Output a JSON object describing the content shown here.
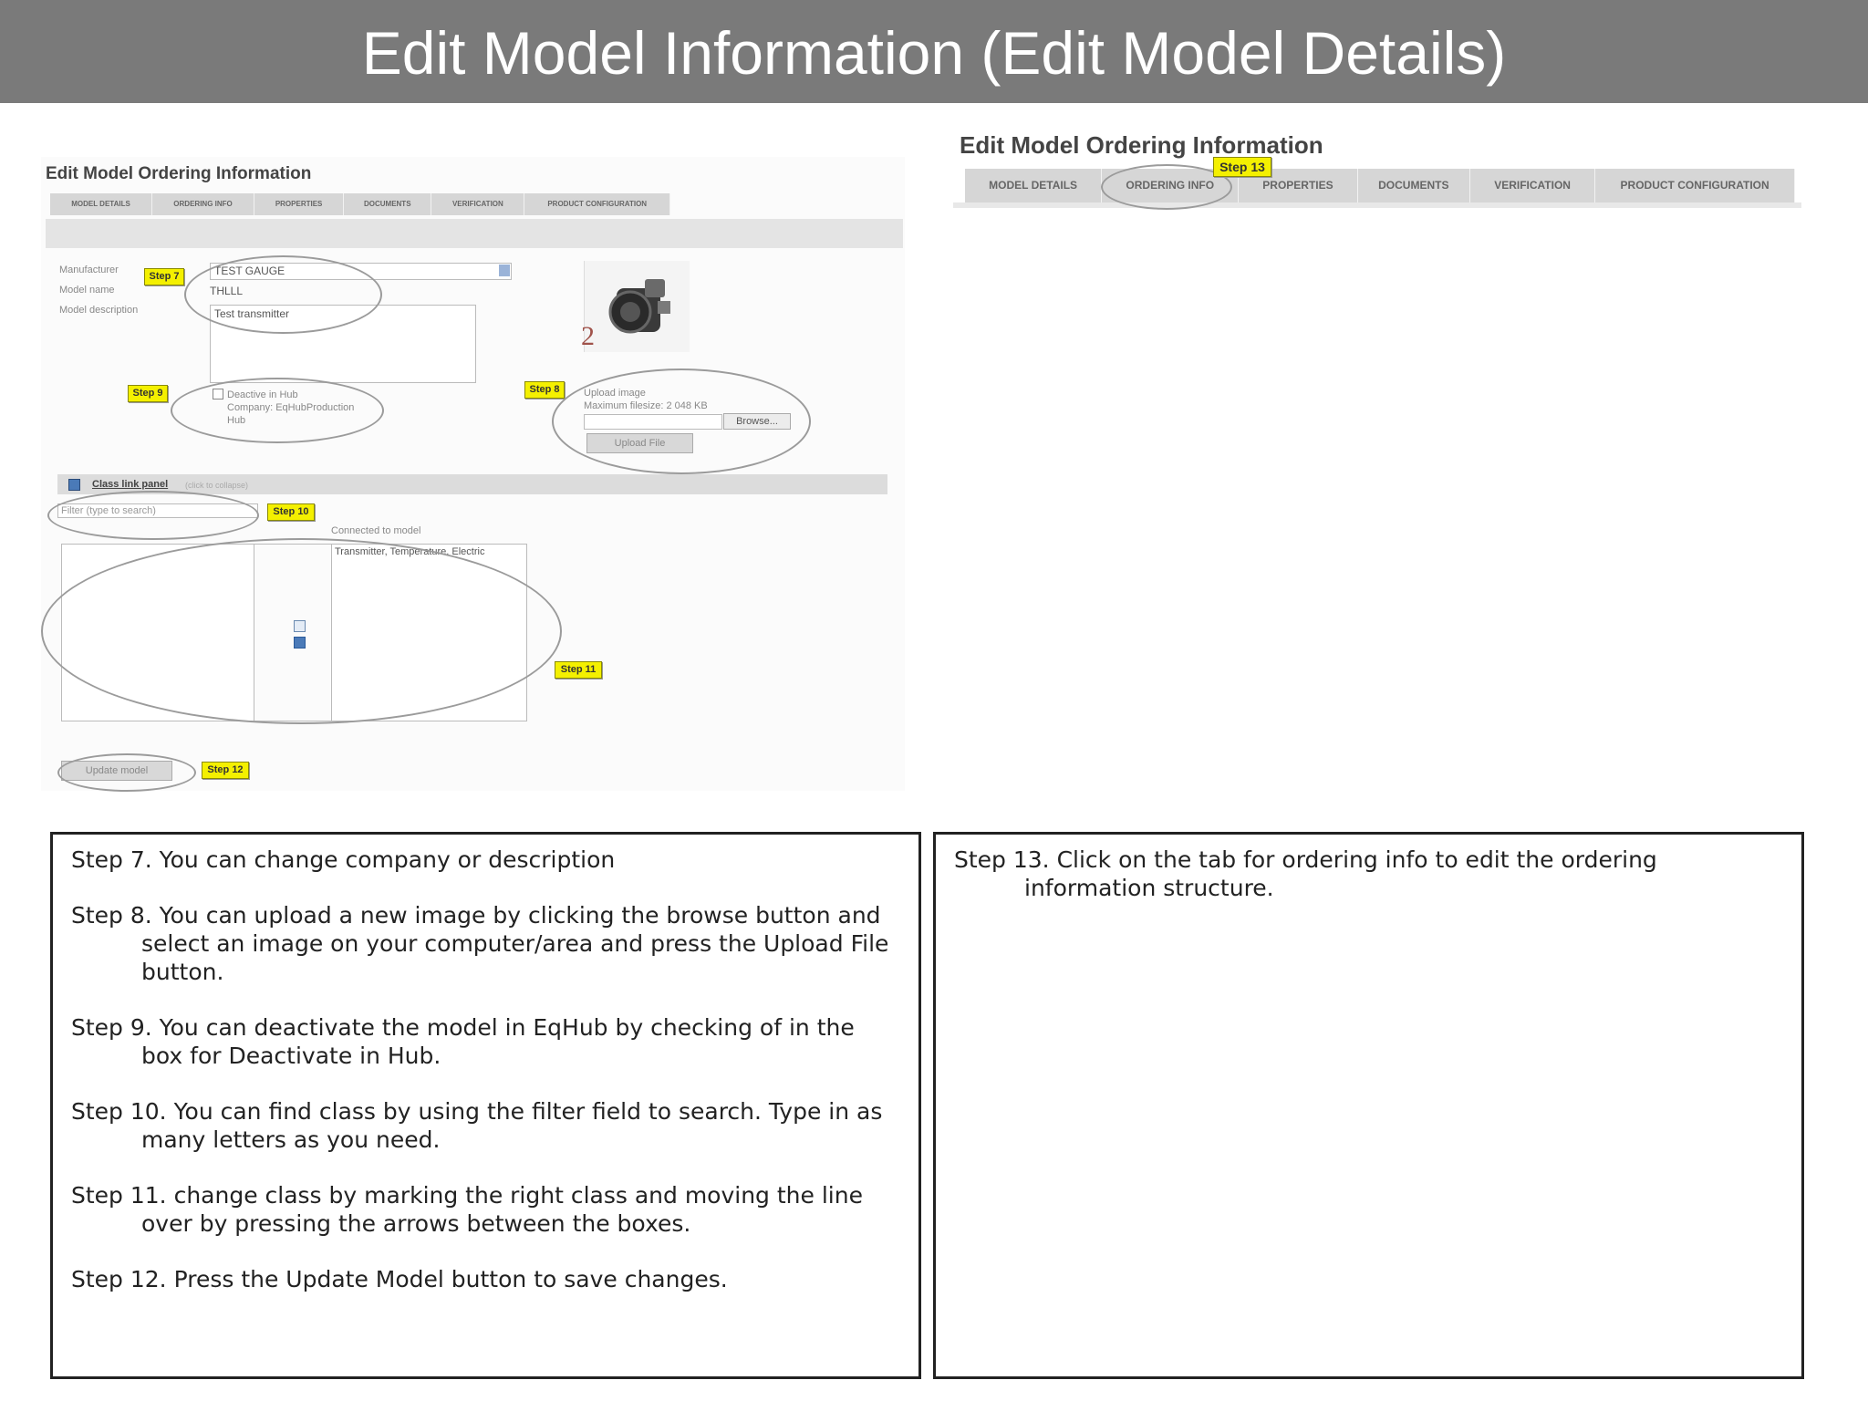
{
  "title": "Edit Model Information (Edit Model Details)",
  "left_shot": {
    "title": "Edit Model Ordering Information",
    "tabs": [
      "MODEL DETAILS",
      "ORDERING INFO",
      "PROPERTIES",
      "DOCUMENTS",
      "VERIFICATION",
      "PRODUCT CONFIGURATION"
    ],
    "fields": {
      "manufacturer_label": "Manufacturer",
      "manufacturer_value": "TEST GAUGE",
      "model_name_label": "Model name",
      "model_name_value": "THLLL",
      "description_label": "Model description",
      "description_value": "Test transmitter"
    },
    "deactivate": {
      "label": "Deactive in Hub",
      "company": "Company: EqHubProduction",
      "hub": "Hub"
    },
    "image_number": "2",
    "upload": {
      "label": "Upload image",
      "max_size": "Maximum filesize: 2 048 KB",
      "browse_label": "Browse...",
      "upload_label": "Upload File"
    },
    "class_panel": {
      "title": "Class link panel",
      "hint": "(click to collapse)",
      "filter_placeholder": "Filter (type to search)",
      "connected_label": "Connected to model",
      "connected_items": [
        "Transmitter, Temperature, Electric"
      ]
    },
    "update_label": "Update model",
    "steps": {
      "s7": "Step 7",
      "s8": "Step 8",
      "s9": "Step 9",
      "s10": "Step 10",
      "s11": "Step 11",
      "s12": "Step 12"
    }
  },
  "right_shot": {
    "title": "Edit Model Ordering Information",
    "tabs": [
      "MODEL DETAILS",
      "ORDERING INFO",
      "PROPERTIES",
      "DOCUMENTS",
      "VERIFICATION",
      "PRODUCT CONFIGURATION"
    ],
    "step13": "Step 13"
  },
  "left_desc": [
    "Step 7. You can change company or description",
    "Step 8. You can upload a new image by clicking the browse button and select an image on your computer/area and press the Upload File button.",
    "Step 9. You can deactivate the model in EqHub by checking of in the box for Deactivate in Hub.",
    "Step 10. You can find class by using the filter field to search. Type in as many letters as you need.",
    "Step 11. change class by marking the right class and moving the line over by pressing the arrows between the boxes.",
    "Step 12. Press the Update Model button to save changes."
  ],
  "right_desc": [
    "Step 13. Click on the tab for ordering info to edit the ordering information structure."
  ],
  "colors": {
    "title_band": "#7a7a7a",
    "step_tag": "#f4f000",
    "tab_bar": "#d6d6d6"
  }
}
